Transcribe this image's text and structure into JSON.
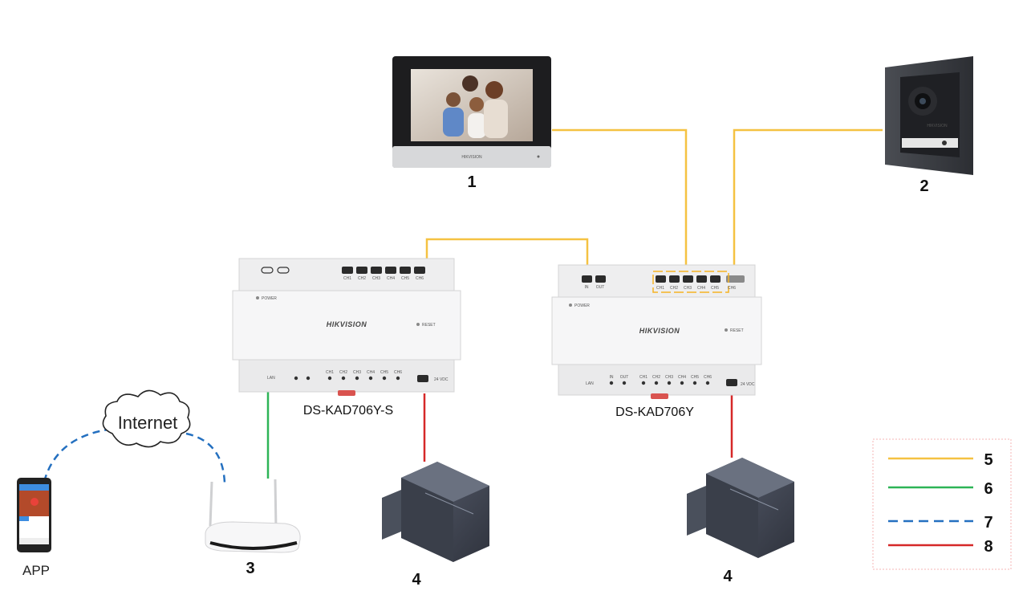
{
  "devices": {
    "monitor": {
      "number": "1",
      "brand": "HIKVISION"
    },
    "door_station": {
      "number": "2",
      "brand": "HIKVISION"
    },
    "router": {
      "number": "3"
    },
    "psu_left": {
      "number": "4"
    },
    "psu_right": {
      "number": "4"
    },
    "phone": {
      "label": "APP"
    },
    "cloud": {
      "label": "Internet"
    },
    "distributor_s": {
      "model": "DS-KAD706Y-S",
      "brand": "HIKVISION",
      "power_label": "POWER",
      "reset_label": "RESET",
      "lan_label": "LAN",
      "vdc_label": "24 VDC",
      "top_channels": [
        "CH1",
        "CH2",
        "CH3",
        "CH4",
        "CH5",
        "CH6"
      ],
      "bottom_channels": [
        "CH1",
        "CH2",
        "CH3",
        "CH4",
        "CH5",
        "CH6"
      ]
    },
    "distributor_y": {
      "model": "DS-KAD706Y",
      "brand": "HIKVISION",
      "power_label": "POWER",
      "reset_label": "RESET",
      "lan_label": "LAN",
      "vdc_label": "24 VDC",
      "in_label": "IN",
      "out_label": "OUT",
      "top_channels": [
        "CH1",
        "CH2",
        "CH3",
        "CH4",
        "CH5",
        "CH6"
      ],
      "bottom_channels": [
        "IN",
        "OUT",
        "CH1",
        "CH2",
        "CH3",
        "CH4",
        "CH5",
        "CH6"
      ]
    }
  },
  "legend": {
    "items": [
      {
        "number": "5",
        "style": "solid",
        "color": "#F5C242"
      },
      {
        "number": "6",
        "style": "solid",
        "color": "#2DB457"
      },
      {
        "number": "7",
        "style": "dashed",
        "color": "#2470C0"
      },
      {
        "number": "8",
        "style": "solid",
        "color": "#D62828"
      }
    ],
    "border_color": "#F4B6B6"
  },
  "colors": {
    "yellow_wire": "#F5C242",
    "green_wire": "#2DB457",
    "blue_wire": "#2470C0",
    "red_wire": "#D62828"
  }
}
